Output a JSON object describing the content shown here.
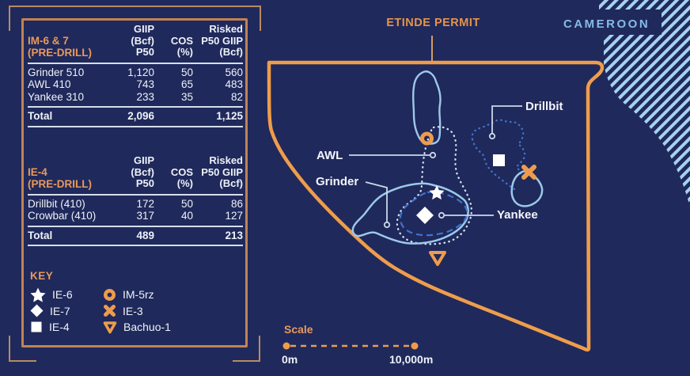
{
  "colors": {
    "background": "#20295B",
    "accent_orange": "#EE9C4C",
    "panel_border": "#C28354",
    "light_blue": "#9CC9EA",
    "pale_blue": "#D5E6F4",
    "medium_blue": "#3F74CC",
    "hatch_blue": "#A6D2F0",
    "text_light": "#EDF2F8"
  },
  "panel": {
    "table1": {
      "title_line1": "IM-6 & 7",
      "title_line2": "(PRE-DRILL)",
      "headers": {
        "giip": [
          "GIIP",
          "(Bcf)",
          "P50"
        ],
        "cos": [
          "COS",
          "(%)"
        ],
        "risked": [
          "Risked",
          "P50 GIIP",
          "(Bcf)"
        ]
      },
      "rows": [
        {
          "name": "Grinder 510",
          "giip": "1,120",
          "cos": "50",
          "risked": "560"
        },
        {
          "name": "AWL 410",
          "giip": "743",
          "cos": "65",
          "risked": "483"
        },
        {
          "name": "Yankee 310",
          "giip": "233",
          "cos": "35",
          "risked": "82"
        }
      ],
      "total": {
        "name": "Total",
        "giip": "2,096",
        "risked": "1,125"
      }
    },
    "table2": {
      "title_line1": "IE-4",
      "title_line2": "(PRE-DRILL)",
      "headers": {
        "giip": [
          "GIIP",
          "(Bcf)",
          "P50"
        ],
        "cos": [
          "COS",
          "(%)"
        ],
        "risked": [
          "Risked",
          "P50 GIIP",
          "(Bcf)"
        ]
      },
      "rows": [
        {
          "name": "Drillbit (410)",
          "giip": "172",
          "cos": "50",
          "risked": "86"
        },
        {
          "name": "Crowbar (410)",
          "giip": "317",
          "cos": "40",
          "risked": "127"
        }
      ],
      "total": {
        "name": "Total",
        "giip": "489",
        "risked": "213"
      }
    },
    "key": {
      "title": "KEY",
      "items": [
        {
          "icon": "star-icon",
          "label": "IE-6"
        },
        {
          "icon": "diamond-icon",
          "label": "IE-7"
        },
        {
          "icon": "square-icon",
          "label": "IE-4"
        },
        {
          "icon": "ring-icon",
          "label": "IM-5rz"
        },
        {
          "icon": "x-icon",
          "label": "IE-3"
        },
        {
          "icon": "triangle-icon",
          "label": "Bachuo-1"
        }
      ]
    }
  },
  "map": {
    "permit_label": "ETINDE PERMIT",
    "country_label": "CAMEROON",
    "labels": {
      "awl": "AWL",
      "grinder": "Grinder",
      "drillbit": "Drillbit",
      "yankee": "Yankee"
    },
    "scale": {
      "title": "Scale",
      "start": "0m",
      "end": "10,000m"
    }
  }
}
